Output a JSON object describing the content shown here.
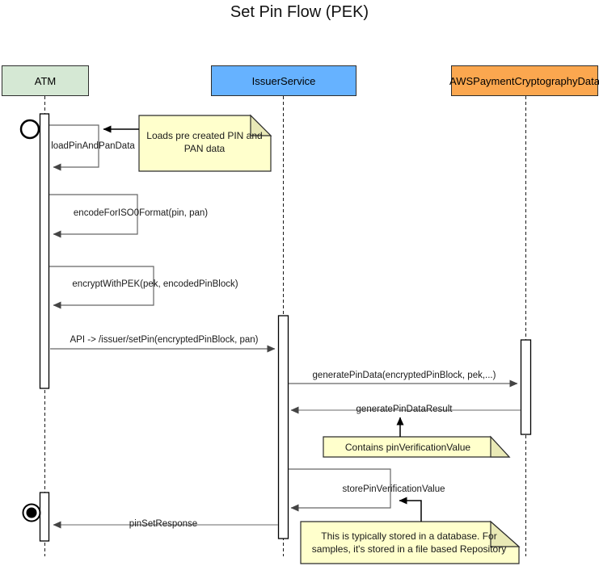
{
  "title": "Set Pin Flow (PEK)",
  "participants": [
    {
      "label": "ATM",
      "fill": "#d5e8d4"
    },
    {
      "label": "IssuerService",
      "fill": "#66b2ff"
    },
    {
      "label": "AWSPaymentCryptographyData",
      "fill": "#fba74f"
    }
  ],
  "messages": {
    "load_pin_and_pan_data": "loadPinAndPanData",
    "encode_for_iso0_format": "encodeForISO0Format(pin, pan)",
    "encrypt_with_pek": "encryptWithPEK(pek, encodedPinBlock)",
    "set_pin_api": "API -> /issuer/setPin(encryptedPinBlock, pan)",
    "generate_pin_data": "generatePinData(encryptedPinBlock, pek,...)",
    "generate_pin_data_result": "generatePinDataResult",
    "store_pin_verification_value": "storePinVerificationValue",
    "pin_set_response": "pinSetResponse"
  },
  "notes": {
    "load_note": "Loads pre created PIN and PAN data",
    "pvv_note": "Contains pinVerificationValue",
    "storage_note": "This is typically stored in a database. For samples, it's stored in a file based Repository"
  },
  "colors": {
    "note_fill": "#ffffcc",
    "note_fold": "#e9e9b6",
    "line_gray": "#666666",
    "arrowhead": "#444444"
  }
}
